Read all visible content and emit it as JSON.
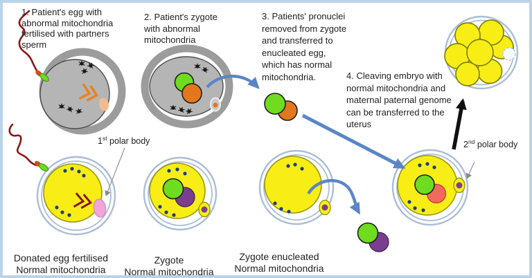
{
  "steps": {
    "s1": "1. Patient's egg with\nabnormal mitochondria\nfertilised with partners\nsperm",
    "s2": "2. Patient's zygote\nwith abnormal\nmitochondria",
    "s3": "3. Patients' pronuclei\nremoved from zygote\nand transferred to\nenucleated egg,\nwhich has normal\nmitochondria.",
    "s4": "4. Cleaving embryo with\nnormal mitochondria and\nmaternal paternal genome\ncan be transferred to the\nuterus"
  },
  "captions": {
    "donated": "Donated egg fertilised\nNormal mitochondria",
    "zygote": "Zygote\nNormal mitochondria",
    "enucleated": "Zygote enucleated\nNormal mitochondria"
  },
  "polar_labels": {
    "first": {
      "num": "1",
      "sup": "st",
      "rest": " polar body"
    },
    "second": {
      "num": "2",
      "sup": "nd",
      "rest": " polar body"
    }
  },
  "icons": {
    "sperm-icon": "wavy-tailed sperm with green head",
    "mitochondria-abnormal-icon": "black speck",
    "mitochondria-normal-icon": "navy dot",
    "pronucleus-icon": "colored circle",
    "polar-body-icon": "small ellipse on cell edge",
    "transfer-arrow-icon": "blue arrow",
    "implantation-arrow-icon": "black arrow",
    "pointer-arrow-icon": "thin gray arrow"
  },
  "colors": {
    "frame": "#b9d3e8",
    "text": "#1f1f1f",
    "zona-gray": "#9c9c9c",
    "cell-gray": "#b5b5b5",
    "zona-blue": "#a9bdd6",
    "yellow": "#f8ee15",
    "yellow-edge": "#98980f",
    "green": "#6fdc1f",
    "orange": "#e2771b",
    "purple": "#7b3d8f",
    "salmon": "#f26a5c",
    "pink": "#f2a6d8",
    "navy": "#1c3e7c",
    "arrow-blue": "#5b85c8",
    "black-arrow": "#111111",
    "dark-red": "#8b1717",
    "peach": "#f0bc8e",
    "mito": "#191919",
    "chevron-orange": "#e8821e",
    "label-gray": "#8a8a8a"
  }
}
